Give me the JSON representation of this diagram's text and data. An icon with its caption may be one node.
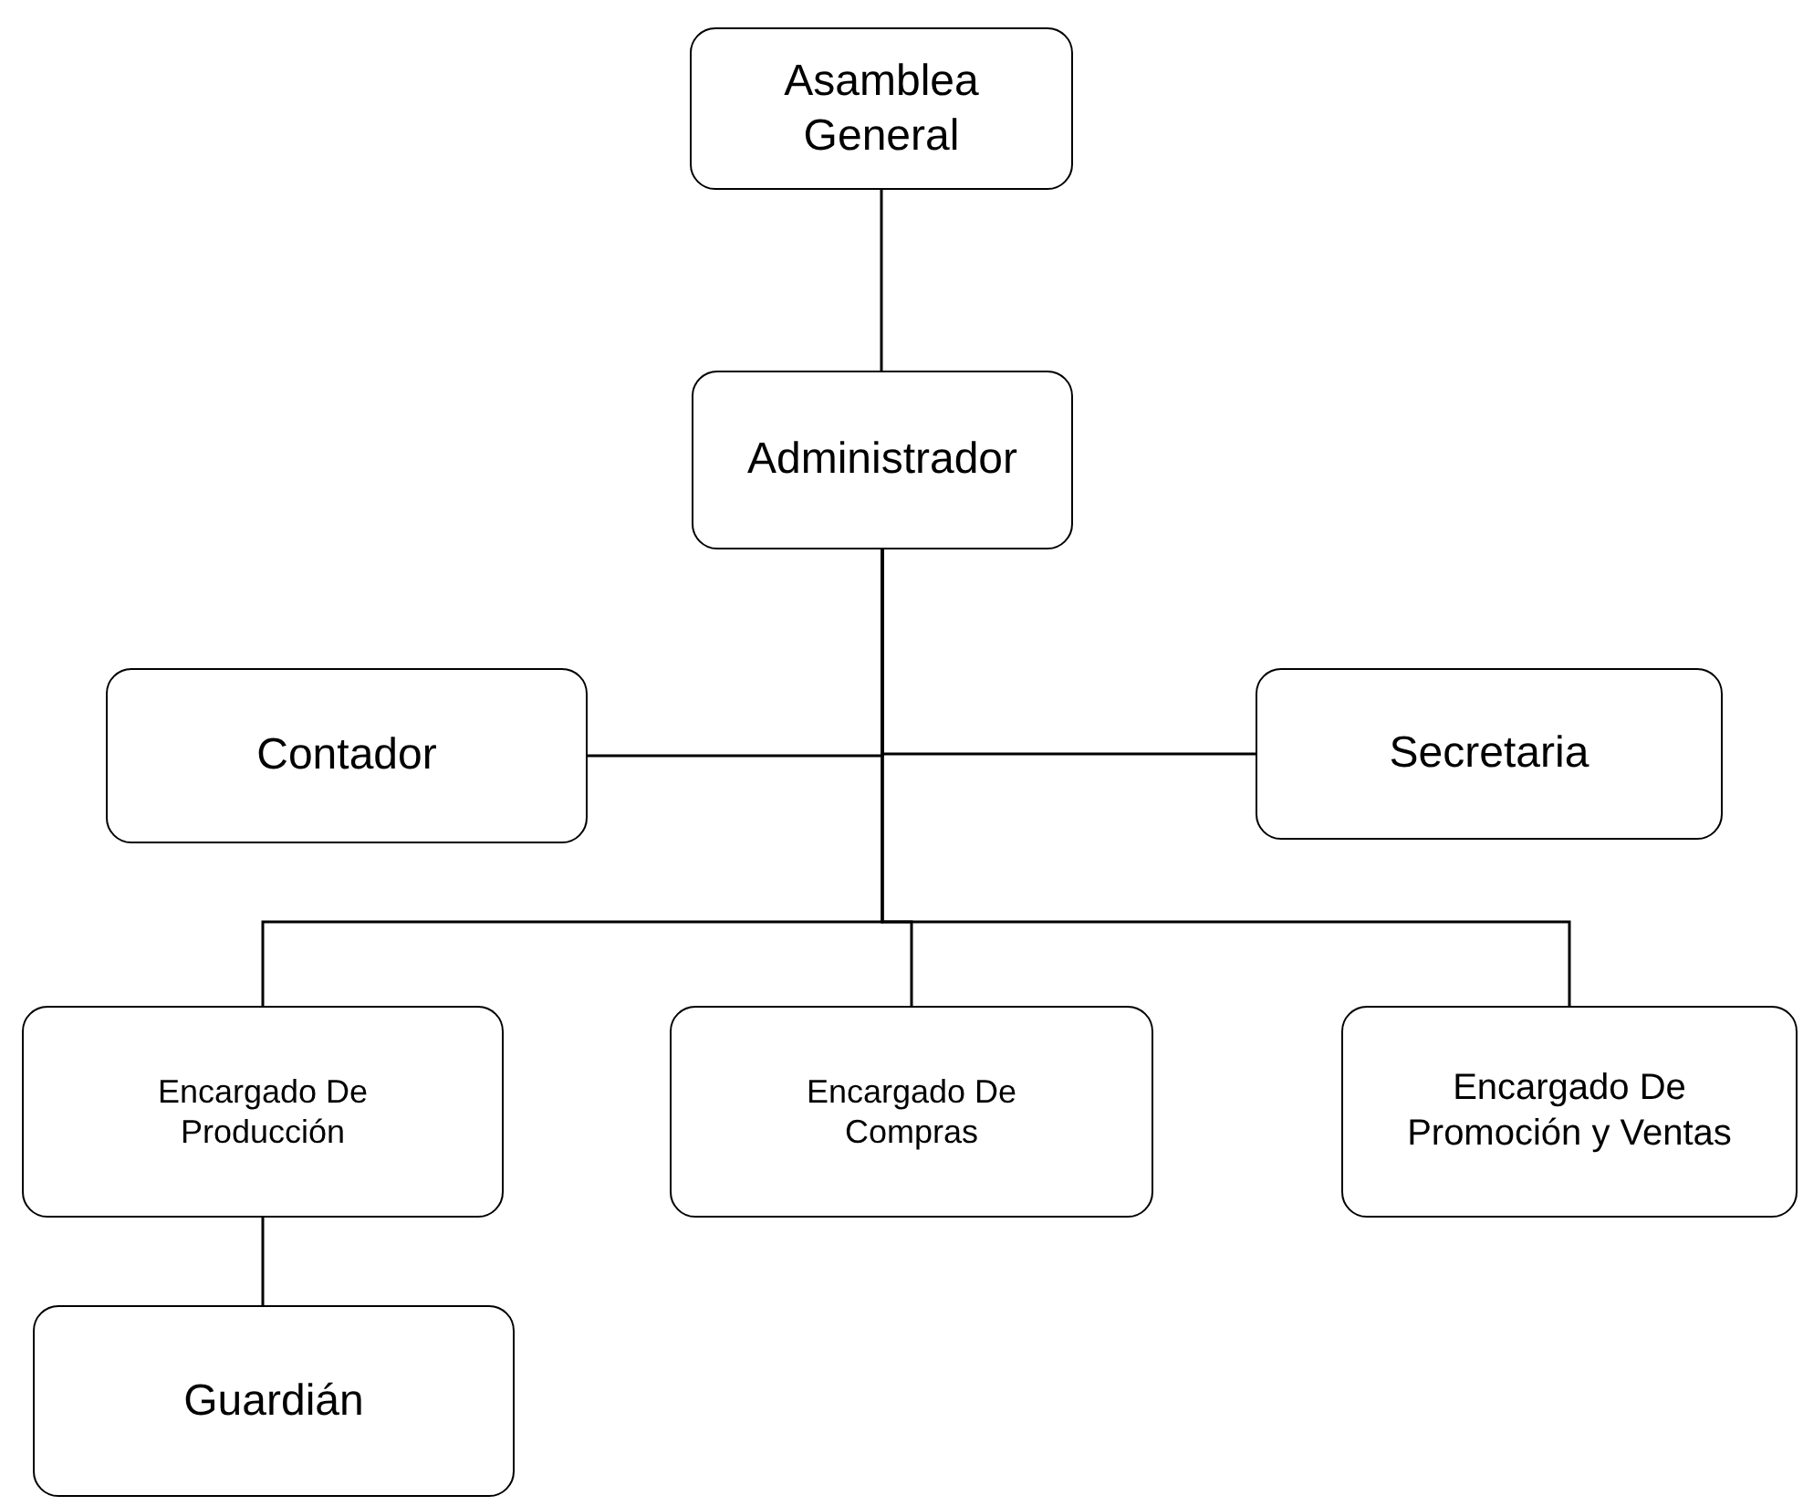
{
  "diagram": {
    "nodes": [
      {
        "text": [
          "Asamblea General"
        ]
      },
      {
        "text": [
          "Administrador"
        ]
      },
      {
        "text": [
          "Contador"
        ]
      },
      {
        "text": [
          "Secretaria"
        ]
      },
      {
        "text": [
          "Encargado De Producción"
        ]
      },
      {
        "text": [
          "Encargado De Compras"
        ]
      },
      {
        "text": [
          "Encargado De Promoción y Ventas"
        ]
      },
      {
        "text": [
          "Guardián"
        ]
      }
    ],
    "edges": [
      {
        "from": 0,
        "to": 1,
        "arrow": "none"
      },
      {
        "from": 1,
        "to": 2,
        "arrow": "none"
      },
      {
        "from": 1,
        "to": 3,
        "arrow": "none"
      },
      {
        "from": 1,
        "to": 4,
        "arrow": "none"
      },
      {
        "from": 1,
        "to": 5,
        "arrow": "none"
      },
      {
        "from": 1,
        "to": 6,
        "arrow": "none"
      },
      {
        "from": 4,
        "to": 7,
        "arrow": "none"
      }
    ]
  }
}
